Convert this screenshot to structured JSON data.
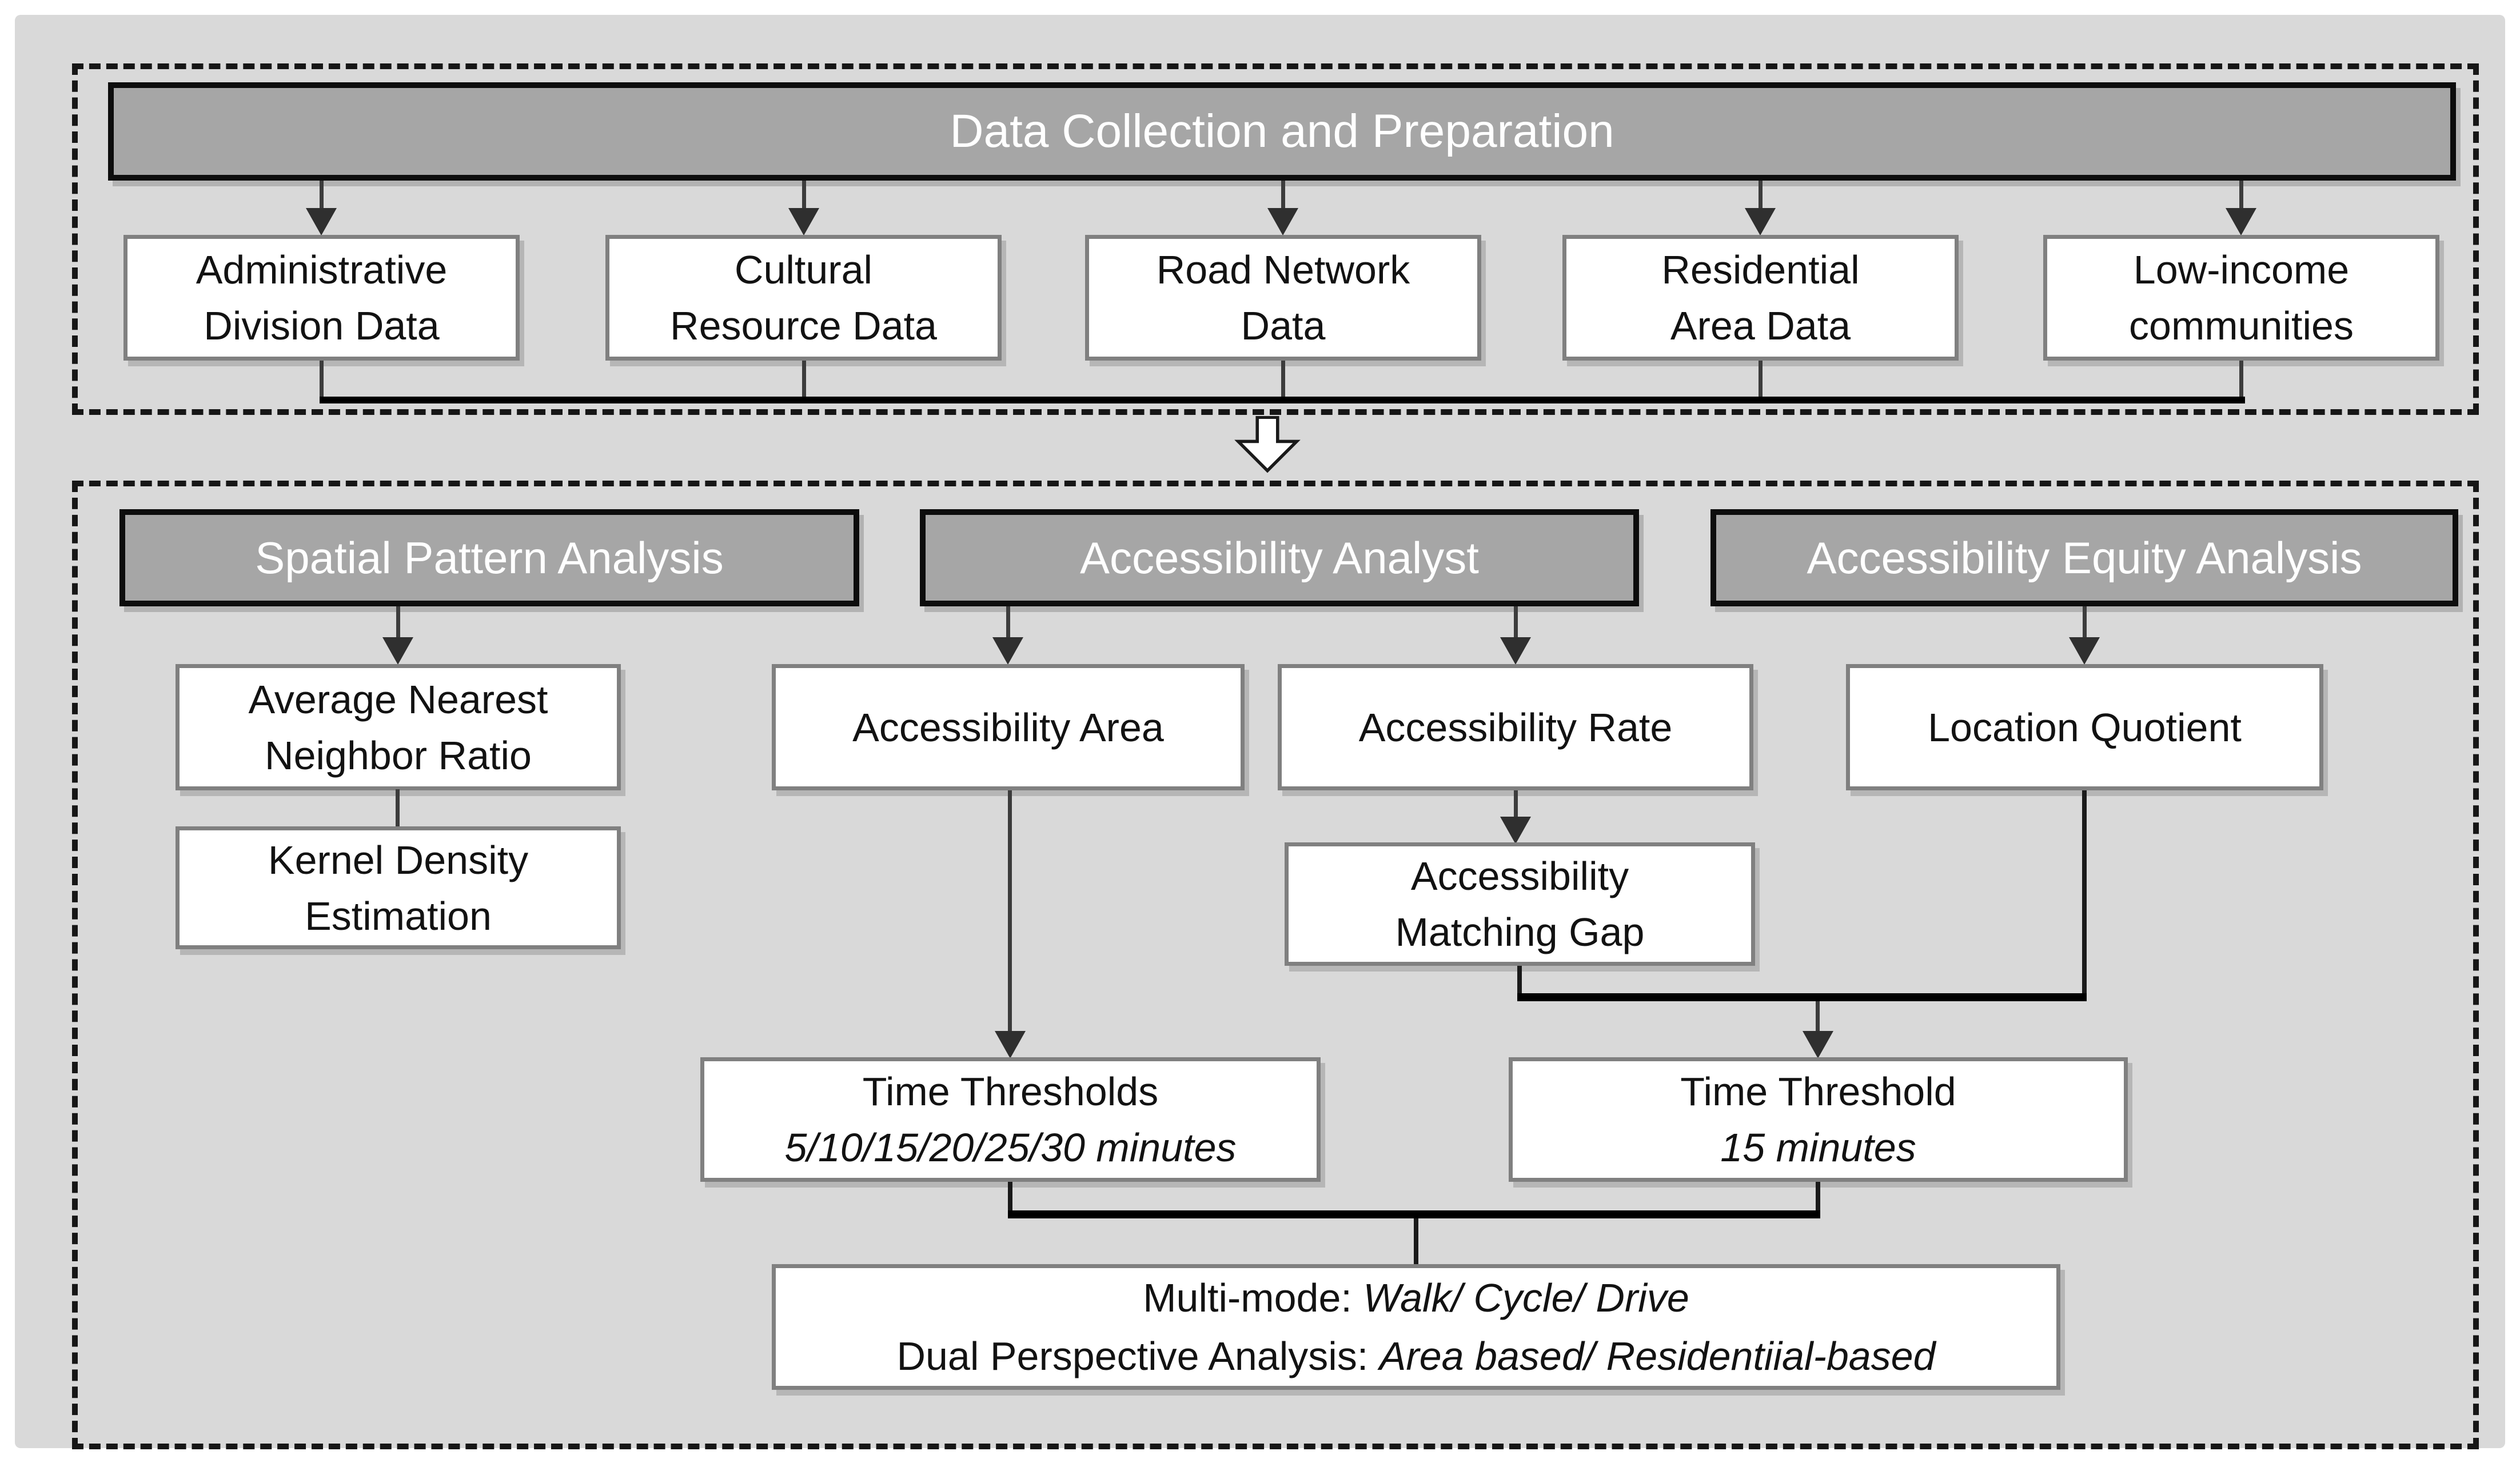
{
  "diagram": {
    "section1": {
      "header": "Data Collection and Preparation",
      "boxes": [
        "Administrative\nDivision Data",
        "Cultural\nResource Data",
        "Road Network\nData",
        "Residential\nArea Data",
        "Low-income\ncommunities"
      ]
    },
    "section2": {
      "headers": [
        "Spatial Pattern Analysis",
        "Accessibility Analyst",
        "Accessibility Equity Analysis"
      ],
      "boxes": {
        "average_nearest": "Average Nearest\nNeighbor Ratio",
        "kernel_density": "Kernel Density\nEstimation",
        "accessibility_area": "Accessibility Area",
        "accessibility_rate": "Accessibility Rate",
        "location_quotient": "Location Quotient",
        "matching_gap": "Accessibility\nMatching Gap",
        "time_thresholds": {
          "title": "Time Thresholds",
          "subtitle": "5/10/15/20/25/30 minutes"
        },
        "time_threshold_15": {
          "title": "Time Threshold",
          "subtitle": "15 minutes"
        },
        "multi_mode": {
          "line1_label": "Multi-mode: ",
          "line1_value": "Walk/ Cycle/ Drive",
          "line2_label": "Dual Perspective Analysis: ",
          "line2_value": "Area based/ Residentiial-based"
        }
      }
    },
    "colors": {
      "panel_bg": "#d9d9d9",
      "header_fill": "#a6a6a6",
      "header_text": "#ffffff",
      "box_fill": "#ffffff",
      "box_border": "#808080",
      "thin_line": "#3c3c3c",
      "thick_line": "#000000"
    },
    "icons": {
      "flow_arrow": "hollow-down-block-arrow"
    }
  }
}
